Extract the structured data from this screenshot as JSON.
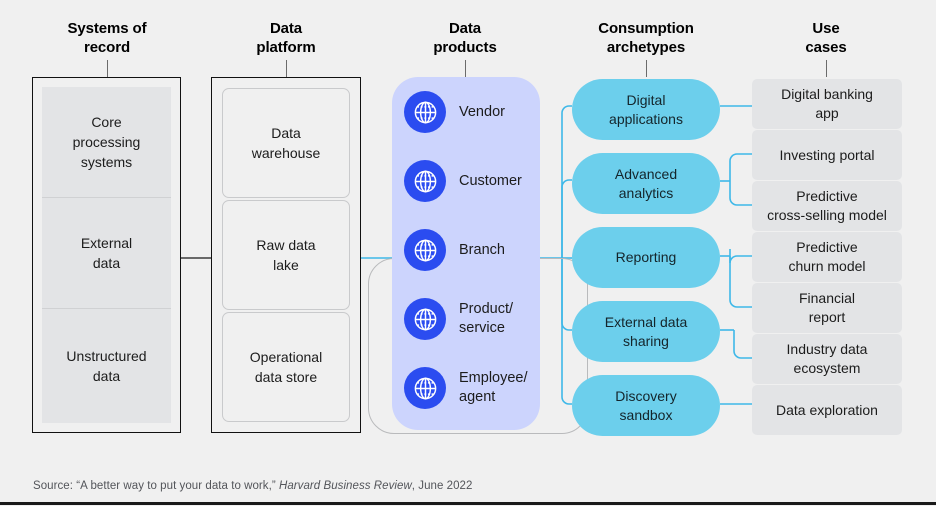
{
  "headers": [
    {
      "id": "systems-of-record",
      "label": "Systems of\nrecord",
      "line1": "Systems of",
      "line2": "record"
    },
    {
      "id": "data-platform",
      "label": "Data\nplatform",
      "line1": "Data",
      "line2": "platform"
    },
    {
      "id": "data-products",
      "label": "Data\nproducts",
      "line1": "Data",
      "line2": "products"
    },
    {
      "id": "consumption-archetypes",
      "label": "Consumption\narchetypes",
      "line1": "Consumption",
      "line2": "archetypes"
    },
    {
      "id": "use-cases",
      "label": "Use\ncases",
      "line1": "Use",
      "line2": "cases"
    }
  ],
  "systems_of_record": {
    "items": [
      {
        "line1": "Core",
        "line2": "processing",
        "line3": "systems"
      },
      {
        "line1": "External",
        "line2": "data",
        "line3": ""
      },
      {
        "line1": "Unstructured",
        "line2": "data",
        "line3": ""
      }
    ]
  },
  "data_platform": {
    "items": [
      {
        "line1": "Data",
        "line2": "warehouse"
      },
      {
        "line1": "Raw data",
        "line2": "lake"
      },
      {
        "line1": "Operational",
        "line2": "data store"
      }
    ]
  },
  "data_products": {
    "icon": "globe-icon",
    "items": [
      {
        "line1": "Vendor",
        "line2": ""
      },
      {
        "line1": "Customer",
        "line2": ""
      },
      {
        "line1": "Branch",
        "line2": ""
      },
      {
        "line1": "Product/",
        "line2": "service"
      },
      {
        "line1": "Employee/",
        "line2": "agent"
      }
    ]
  },
  "consumption_archetypes": {
    "items": [
      {
        "line1": "Digital",
        "line2": "applications"
      },
      {
        "line1": "Advanced",
        "line2": "analytics"
      },
      {
        "line1": "Reporting",
        "line2": ""
      },
      {
        "line1": "External data",
        "line2": "sharing"
      },
      {
        "line1": "Discovery",
        "line2": "sandbox"
      }
    ]
  },
  "use_cases": {
    "items": [
      {
        "line1": "Digital banking",
        "line2": "app"
      },
      {
        "line1": "Investing portal",
        "line2": ""
      },
      {
        "line1": "Predictive",
        "line2": "cross-selling model"
      },
      {
        "line1": "Predictive",
        "line2": "churn model"
      },
      {
        "line1": "Financial",
        "line2": "report"
      },
      {
        "line1": "Industry data",
        "line2": "ecosystem"
      },
      {
        "line1": "Data exploration",
        "line2": ""
      }
    ]
  },
  "source": {
    "prefix": "Source: “A better way to put your data to work,” ",
    "italic": "Harvard Business Review",
    "suffix": ", June 2022"
  },
  "colors": {
    "background": "#f0f0f0",
    "gray_box": "#e3e4e6",
    "lavender_panel": "#ccd4fd",
    "globe_blue": "#2b4cf0",
    "cyan_pill": "#6ccfec",
    "connector_blue": "#3eb8e8",
    "connector_dark": "#3c3c3c",
    "outline_dark": "#111111"
  }
}
